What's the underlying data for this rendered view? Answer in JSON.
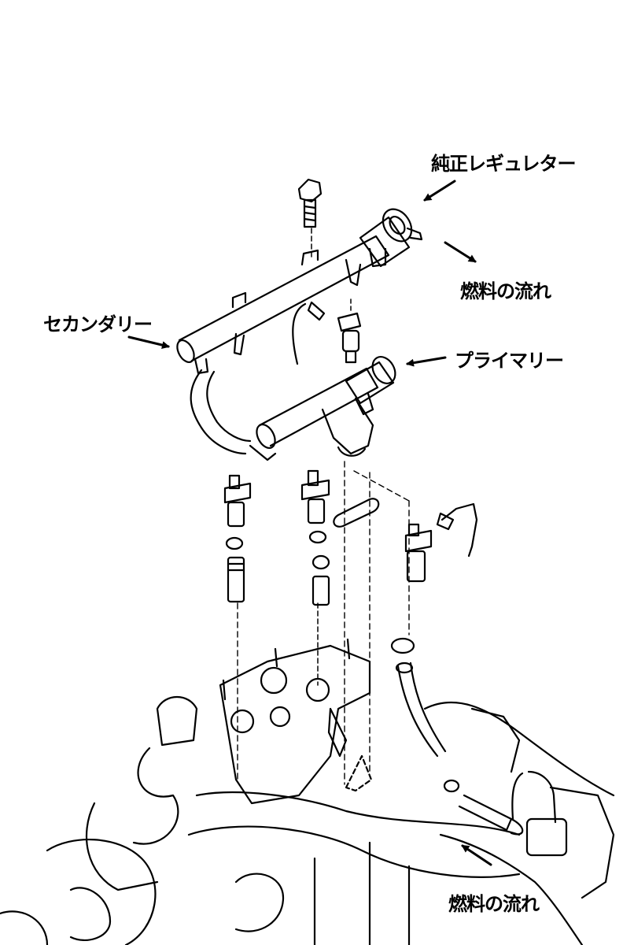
{
  "labels": {
    "regulator": "純正レギュレター",
    "secondary": "セカンダリー",
    "primary": "プライマリー",
    "fuel_flow_out": "燃料の流れ",
    "fuel_flow_in": "燃料の流れ"
  },
  "colors": {
    "ink": "#000000",
    "paper": "#ffffff"
  }
}
